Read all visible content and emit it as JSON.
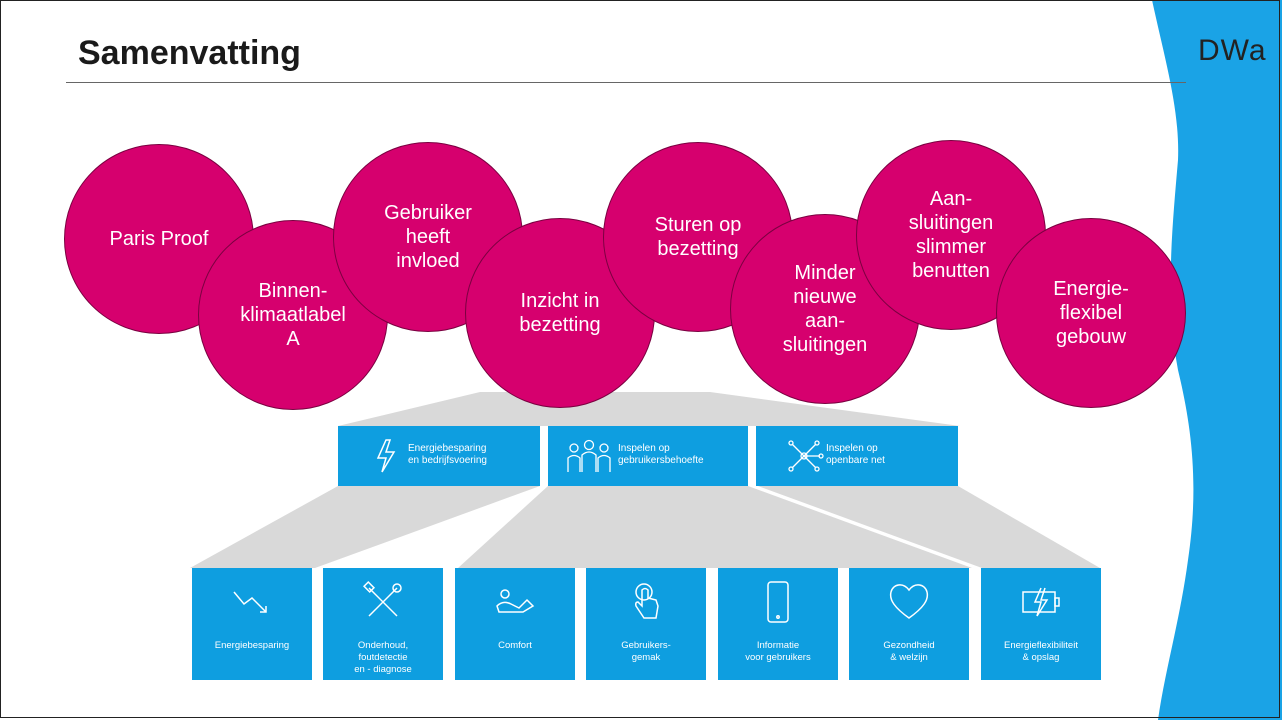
{
  "slide": {
    "title": "Samenvatting",
    "logo": "DWa"
  },
  "circles": [
    {
      "label": "Paris Proof"
    },
    {
      "label": "Binnen-\nklimaatlabel\nA"
    },
    {
      "label": "Gebruiker\nheeft\ninvloed"
    },
    {
      "label": "Inzicht in\nbezetting"
    },
    {
      "label": "Sturen op\nbezetting"
    },
    {
      "label": "Minder\nnieuwe\naan-\nsluitingen"
    },
    {
      "label": "Aan-\nsluitingen\nslimmer\nbenutten"
    },
    {
      "label": "Energie-\nflexibel\ngebouw"
    }
  ],
  "categories": [
    {
      "label": "Energiebesparing\nen bedrijfsvoering",
      "icon": "lightning-icon"
    },
    {
      "label": "Inspelen op\ngebruikersbehoefte",
      "icon": "people-icon"
    },
    {
      "label": "Inspelen op\nopenbare net",
      "icon": "network-icon"
    }
  ],
  "topics": [
    {
      "label": "Energiebesparing",
      "icon": "trend-down-icon"
    },
    {
      "label": "Onderhoud,\nfoutdetectie\nen - diagnose",
      "icon": "tools-icon"
    },
    {
      "label": "Comfort",
      "icon": "reclining-person-icon"
    },
    {
      "label": "Gebruikers-\ngemak",
      "icon": "touch-hand-icon"
    },
    {
      "label": "Informatie\nvoor gebruikers",
      "icon": "smartphone-icon"
    },
    {
      "label": "Gezondheid\n& welzijn",
      "icon": "heart-icon"
    },
    {
      "label": "Energieflexibiliteit\n& opslag",
      "icon": "battery-charge-icon"
    }
  ],
  "colors": {
    "magenta": "#d6006e",
    "blue": "#0e9ee0",
    "wave": "#1aa3e6",
    "funnel": "#d9d9d9"
  }
}
